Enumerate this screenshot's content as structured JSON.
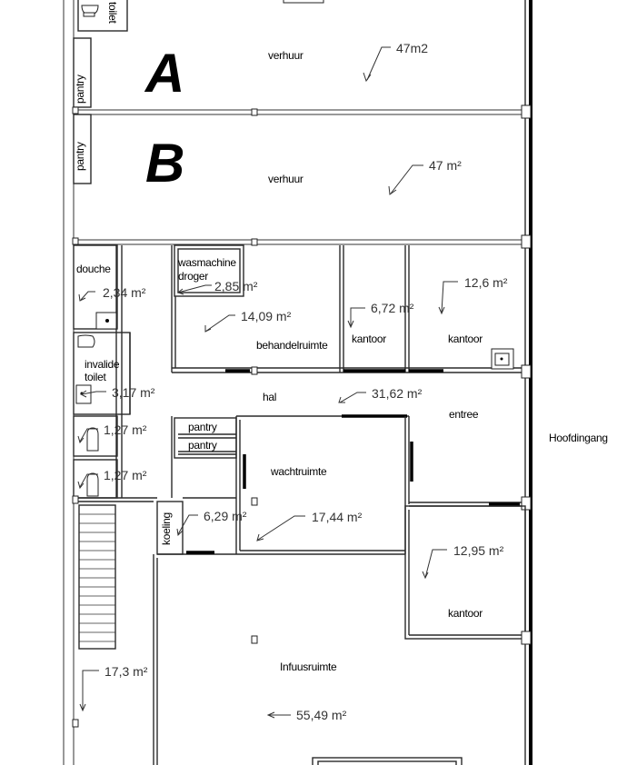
{
  "units": {
    "a": "A",
    "b": "B"
  },
  "labels": {
    "toilet_top": "toilet",
    "pantry_a": "pantry",
    "pantry_b": "pantry",
    "verhuur_a": "verhuur",
    "verhuur_b": "verhuur",
    "douche": "douche",
    "wasmachine": "wasmachine",
    "droger": "droger",
    "behandelruimte": "behandelruimte",
    "kantoor_1": "kantoor",
    "kantoor_2": "kantoor",
    "invalide": "invalide",
    "toilet_inv": "toilet",
    "hal": "hal",
    "entree": "entree",
    "hoofdingang": "Hoofdingang",
    "pantry_1": "pantry",
    "pantry_2": "pantry",
    "wachtruimte": "wachtruimte",
    "koeling": "koeling",
    "kantoor_3": "kantoor",
    "infuusruimte": "Infuusruimte"
  },
  "areas": {
    "verhuur_a": "47m2",
    "verhuur_b": "47 m²",
    "douche": "2,34 m²",
    "wasmachine": "2,85 m²",
    "behandelruimte": "14,09 m²",
    "kantoor_1": "6,72 m²",
    "kantoor_2": "12,6 m²",
    "invalide": "3,17 m²",
    "hal": "31,62 m²",
    "toilet_1": "1,27 m²",
    "toilet_2": "1,27 m²",
    "koeling": "6,29 m²",
    "wachtruimte": "17,44 m²",
    "kantoor_3": "12,95 m²",
    "stair": "17,3 m²",
    "infuusruimte": "55,49 m²"
  }
}
